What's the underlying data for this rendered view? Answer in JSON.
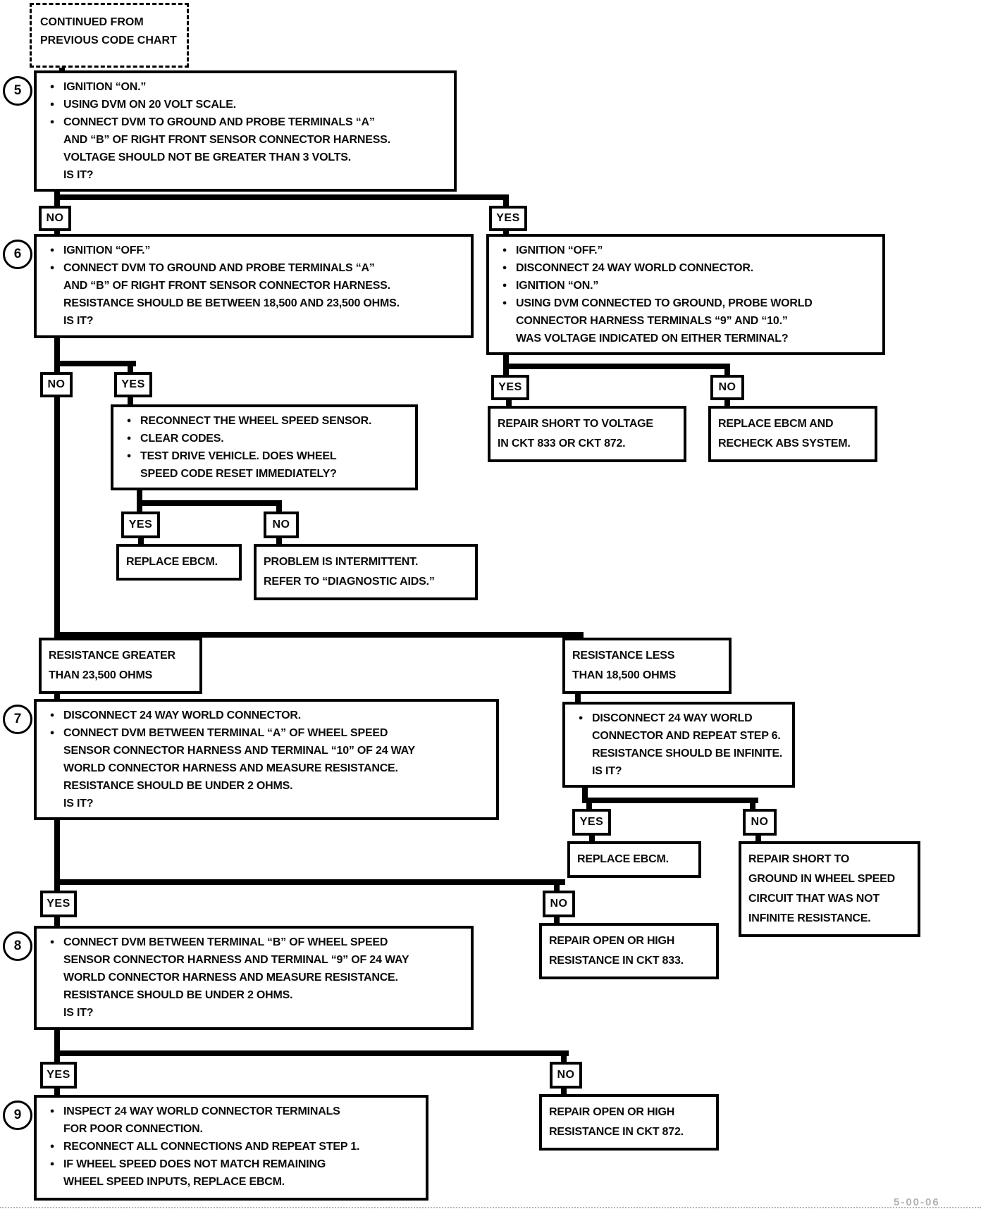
{
  "labels": {
    "yes": "YES",
    "no": "NO"
  },
  "bullet": "●",
  "continued": [
    "CONTINUED FROM",
    "PREVIOUS CODE CHART"
  ],
  "steps": {
    "s5": "5",
    "s6": "6",
    "s7": "7",
    "s8": "8",
    "s9": "9"
  },
  "boxes": {
    "step5": [
      "IGNITION “ON.”",
      "USING DVM ON 20 VOLT SCALE.",
      "CONNECT DVM TO GROUND AND PROBE TERMINALS “A”",
      "AND “B” OF RIGHT FRONT SENSOR CONNECTOR HARNESS.",
      "VOLTAGE SHOULD NOT BE GREATER THAN 3 VOLTS.",
      "IS IT?"
    ],
    "step6": [
      "IGNITION “OFF.”",
      "CONNECT DVM TO GROUND AND PROBE TERMINALS “A”",
      "AND “B” OF RIGHT FRONT SENSOR CONNECTOR HARNESS.",
      "RESISTANCE SHOULD BE BETWEEN 18,500 AND 23,500 OHMS.",
      "IS IT?"
    ],
    "right1": [
      "IGNITION “OFF.”",
      "DISCONNECT 24 WAY WORLD CONNECTOR.",
      "IGNITION “ON.”",
      "USING DVM CONNECTED TO GROUND, PROBE WORLD",
      "CONNECTOR HARNESS TERMINALS “9” AND “10.”",
      "WAS VOLTAGE INDICATED ON EITHER TERMINAL?"
    ],
    "repair_short_voltage": [
      "REPAIR SHORT TO VOLTAGE",
      "IN CKT 833 OR CKT 872."
    ],
    "replace_ebcm_recheck": [
      "REPLACE EBCM AND",
      "RECHECK ABS SYSTEM."
    ],
    "reconnect": [
      "RECONNECT THE WHEEL SPEED SENSOR.",
      "CLEAR CODES.",
      "TEST DRIVE VEHICLE.  DOES WHEEL",
      "SPEED CODE RESET IMMEDIATELY?"
    ],
    "replace_ebcm_1": [
      "REPLACE EBCM."
    ],
    "intermittent": [
      "PROBLEM IS INTERMITTENT.",
      "REFER TO “DIAGNOSTIC AIDS.”"
    ],
    "res_greater": [
      "RESISTANCE GREATER",
      "THAN 23,500 OHMS"
    ],
    "res_less": [
      "RESISTANCE LESS",
      "THAN 18,500 OHMS"
    ],
    "step7": [
      "DISCONNECT 24 WAY WORLD CONNECTOR.",
      "CONNECT DVM BETWEEN TERMINAL “A” OF WHEEL SPEED",
      "SENSOR CONNECTOR HARNESS AND TERMINAL “10” OF  24 WAY",
      "WORLD CONNECTOR HARNESS AND MEASURE RESISTANCE.",
      "RESISTANCE SHOULD BE UNDER 2 OHMS.",
      "IS IT?"
    ],
    "right2": [
      "DISCONNECT 24 WAY WORLD",
      "CONNECTOR AND REPEAT STEP 6.",
      "RESISTANCE SHOULD BE INFINITE.",
      "IS IT?"
    ],
    "replace_ebcm_2": [
      "REPLACE EBCM."
    ],
    "repair_ground": [
      "REPAIR SHORT TO",
      "GROUND IN WHEEL SPEED",
      "CIRCUIT THAT WAS NOT",
      "INFINITE RESISTANCE."
    ],
    "repair_ckt833": [
      "REPAIR OPEN OR HIGH",
      "RESISTANCE IN CKT 833."
    ],
    "step8": [
      "CONNECT DVM BETWEEN TERMINAL “B” OF WHEEL SPEED",
      "SENSOR CONNECTOR HARNESS AND TERMINAL “9” OF 24 WAY",
      "WORLD CONNECTOR HARNESS AND MEASURE RESISTANCE.",
      "RESISTANCE SHOULD BE UNDER 2 OHMS.",
      "IS IT?"
    ],
    "repair_ckt872": [
      "REPAIR OPEN OR HIGH",
      "RESISTANCE IN CKT 872."
    ],
    "step9": [
      "INSPECT 24 WAY WORLD CONNECTOR TERMINALS",
      "FOR POOR CONNECTION.",
      "RECONNECT ALL CONNECTIONS AND REPEAT STEP 1.",
      "IF WHEEL SPEED DOES NOT MATCH REMAINING",
      "WHEEL SPEED INPUTS, REPLACE EBCM."
    ]
  },
  "footer": "5-00-06"
}
